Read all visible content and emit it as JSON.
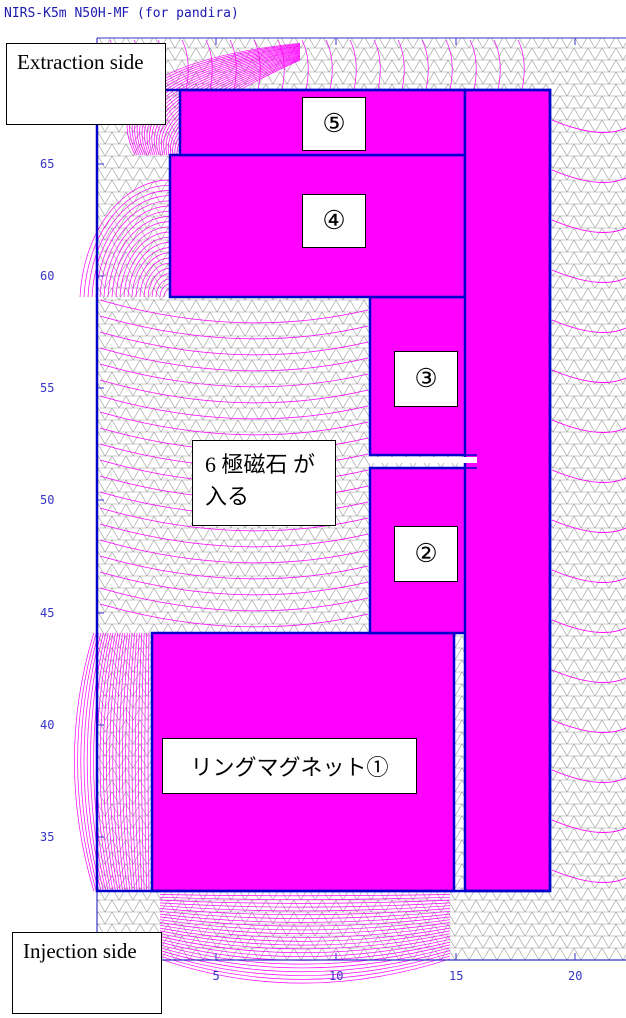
{
  "title": "NIRS-K5m N50H-MF (for pandira)",
  "labels": {
    "extraction": "Extraction side",
    "injection": "Injection side",
    "pole_magnet": "6 極磁石 が入る",
    "ring_magnet": "リングマグネット①",
    "region2": "②",
    "region3": "③",
    "region4": "④",
    "region5": "⑤"
  },
  "axes": {
    "y_ticks": [
      "35",
      "40",
      "45",
      "50",
      "55",
      "60",
      "65"
    ],
    "x_ticks": [
      "5",
      "10",
      "15",
      "20"
    ]
  },
  "colors": {
    "field_lines": "#ff00ff",
    "region_fill": "#ff00ff",
    "region_border": "#0000cc",
    "axis_text": "#3535c8",
    "mesh": "#9a9a9a"
  }
}
